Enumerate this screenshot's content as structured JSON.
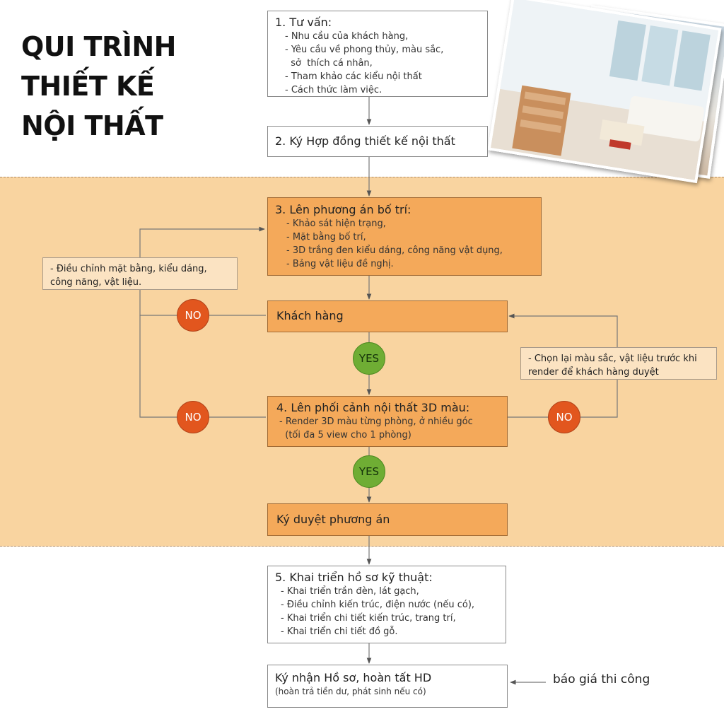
{
  "title": {
    "line1": "QUI TRÌNH",
    "line2": "THIẾT KẾ",
    "line3": "NỘI THẤT"
  },
  "steps": {
    "s1": {
      "head": "1. Tư vấn:",
      "items": [
        "- Nhu cầu của khách hàng,",
        "- Yêu cầu về phong thủy, màu sắc,",
        "  sở  thích cá nhân,",
        "- Tham khảo các kiểu nội thất",
        "- Cách thức làm việc."
      ]
    },
    "s2": {
      "head": "2. Ký Hợp đồng thiết kế nội thất"
    },
    "s3": {
      "head": "3. Lên phương án bố trí:",
      "items": [
        "- Khảo sát hiện trạng,",
        "- Mặt bằng bố trí,",
        "- 3D trắng đen kiểu dáng, công năng vật dụng,",
        "- Bảng vật liệu đề nghị."
      ]
    },
    "customer": {
      "head": "Khách hàng"
    },
    "s4": {
      "head": "4. Lên phối cảnh nội thất 3D màu:",
      "items": [
        "- Render 3D màu từng phòng, ở nhiều góc",
        "  (tối đa 5 view cho 1 phòng)"
      ]
    },
    "approve": {
      "head": "Ký duyệt phương án"
    },
    "s5": {
      "head": "5. Khai triển hồ sơ kỹ thuật:",
      "items": [
        "- Khai triển trần đèn, lát gạch,",
        "- Điều chỉnh kiến trúc, điện nước (nếu có),",
        "- Khai triển chi tiết kiến trúc, trang trí,",
        "- Khai triển chi tiết đồ gỗ."
      ]
    },
    "final": {
      "head": "Ký nhận Hồ sơ, hoàn tất HD",
      "sub": "(hoàn trả tiền dư, phát sinh nếu có)"
    }
  },
  "notes": {
    "adjust": "- Điều chỉnh mặt bằng, kiểu dáng, công năng, vật liệu.",
    "reselect": "- Chọn lại màu sắc, vật liệu trước khi render để khách hàng duyệt",
    "quote": "báo giá thi công"
  },
  "decisions": {
    "no": "NO",
    "yes": "YES"
  },
  "colors": {
    "band": "#f9d4a0",
    "orange_box": "#f4a95a",
    "no": "#e2561e",
    "yes": "#6fad34"
  }
}
